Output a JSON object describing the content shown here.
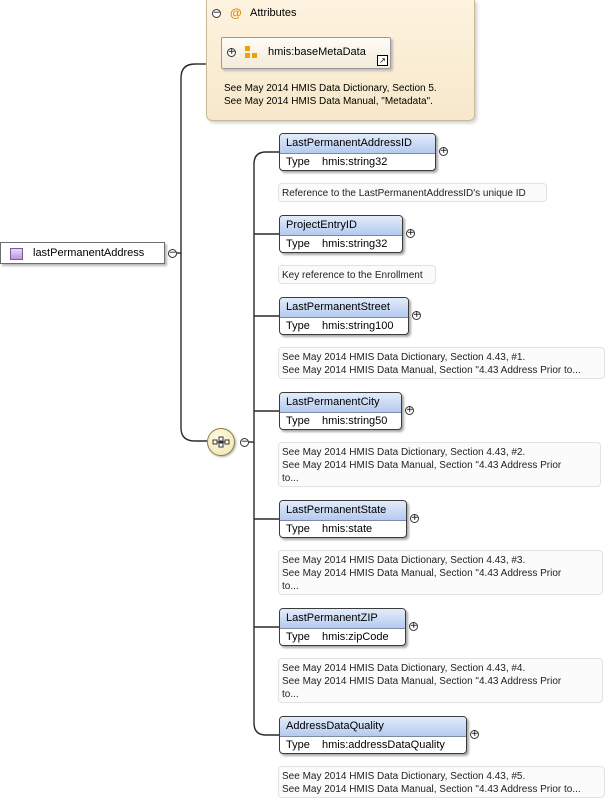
{
  "root": {
    "label": "lastPermanentAddress"
  },
  "attributes": {
    "title": "Attributes",
    "at_symbol": "@",
    "item": {
      "label": "hmis:baseMetaData"
    },
    "doc": [
      "See May 2014 HMIS Data Dictionary, Section 5.",
      "See May 2014 HMIS Data Manual, \"Metadata\"."
    ]
  },
  "type_label": "Type",
  "elements": [
    {
      "name": "LastPermanentAddressID",
      "type": "hmis:string32",
      "doc": [
        "Reference to the LastPermanentAddressID's unique ID"
      ]
    },
    {
      "name": "ProjectEntryID",
      "type": "hmis:string32",
      "doc": [
        "Key reference to the Enrollment"
      ]
    },
    {
      "name": "LastPermanentStreet",
      "type": "hmis:string100",
      "doc": [
        "See May 2014 HMIS Data Dictionary, Section 4.43, #1.",
        "See May 2014 HMIS Data Manual, Section \"4.43 Address Prior to..."
      ]
    },
    {
      "name": "LastPermanentCity",
      "type": "hmis:string50",
      "doc": [
        "See May 2014 HMIS Data Dictionary, Section 4.43, #2.",
        "See May 2014 HMIS Data Manual, Section \"4.43 Address Prior",
        "to..."
      ]
    },
    {
      "name": "LastPermanentState",
      "type": "hmis:state",
      "doc": [
        "See May 2014 HMIS Data Dictionary, Section 4.43, #3.",
        "See May 2014 HMIS Data Manual, Section \"4.43 Address Prior",
        "to..."
      ]
    },
    {
      "name": "LastPermanentZIP",
      "type": "hmis:zipCode",
      "doc": [
        "See May 2014 HMIS Data Dictionary, Section 4.43, #4.",
        "See May 2014 HMIS Data Manual, Section \"4.43 Address Prior",
        "to..."
      ]
    },
    {
      "name": "AddressDataQuality",
      "type": "hmis:addressDataQuality",
      "doc": [
        "See May 2014 HMIS Data Dictionary, Section 4.43, #5.",
        "See May 2014 HMIS Data Manual, Section \"4.43 Address Prior to..."
      ]
    }
  ]
}
